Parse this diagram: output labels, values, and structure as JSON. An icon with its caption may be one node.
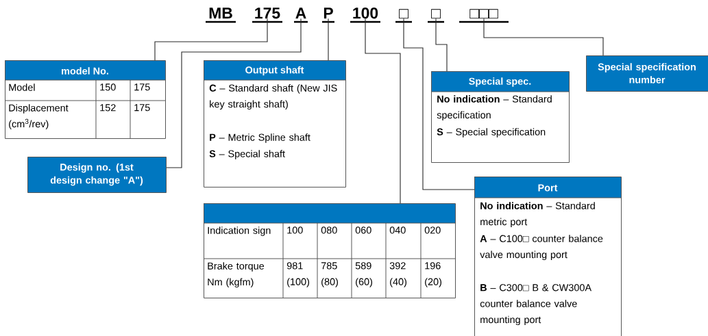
{
  "diagram": {
    "nodes": [
      {
        "text": [
          "175"
        ]
      },
      {
        "text": [
          "A"
        ]
      },
      {
        "text": [
          "P"
        ]
      },
      {
        "text": [
          "100"
        ]
      },
      {
        "text": [
          "□"
        ]
      },
      {
        "text": [
          "□"
        ]
      },
      {
        "text": [
          "□□□"
        ]
      },
      {
        "text": [
          "model No.",
          "Model",
          "150",
          "175",
          "Displacement (cm$^{3}$/rev)",
          "152",
          "175"
        ]
      },
      {
        "text": [
          "Design no. (1st design change \"A\")"
        ]
      },
      {
        "text": [
          "Output shaft",
          "**C** – Standard shaft (New JIS key straight shaft)",
          "**P** – Metric Spline shaft",
          "**S** – Special shaft"
        ]
      },
      {
        "text": [
          "Indication sign",
          "100",
          "080",
          "060",
          "040",
          "020",
          "Brake torque Nm (kgfm)",
          "981 (100)",
          "785 (80)",
          "589 (60)",
          "392 (40)",
          "196 (20)"
        ]
      },
      {
        "text": [
          "Special spec.",
          "**No indication** – Standard specification",
          "**S** – Special specification"
        ]
      },
      {
        "text": [
          "Special specification number"
        ]
      },
      {
        "text": [
          "Port",
          "**No indication** – Standard metric port",
          "**A** – C100□ counter balance valve mounting port",
          "**B** – C300□ B & CW300A counter balance valve mounting port"
        ]
      }
    ],
    "edges": [
      {
        "from": 0,
        "to": 7,
        "arrow": "none"
      },
      {
        "from": 1,
        "to": 8,
        "arrow": "none"
      },
      {
        "from": 2,
        "to": 9,
        "arrow": "none"
      },
      {
        "from": 3,
        "to": 10,
        "arrow": "none"
      },
      {
        "from": 4,
        "to": 13,
        "arrow": "none"
      },
      {
        "from": 5,
        "to": 11,
        "arrow": "none"
      },
      {
        "from": 6,
        "to": 12,
        "arrow": "none"
      }
    ],
    "labels": [
      "MB"
    ]
  }
}
